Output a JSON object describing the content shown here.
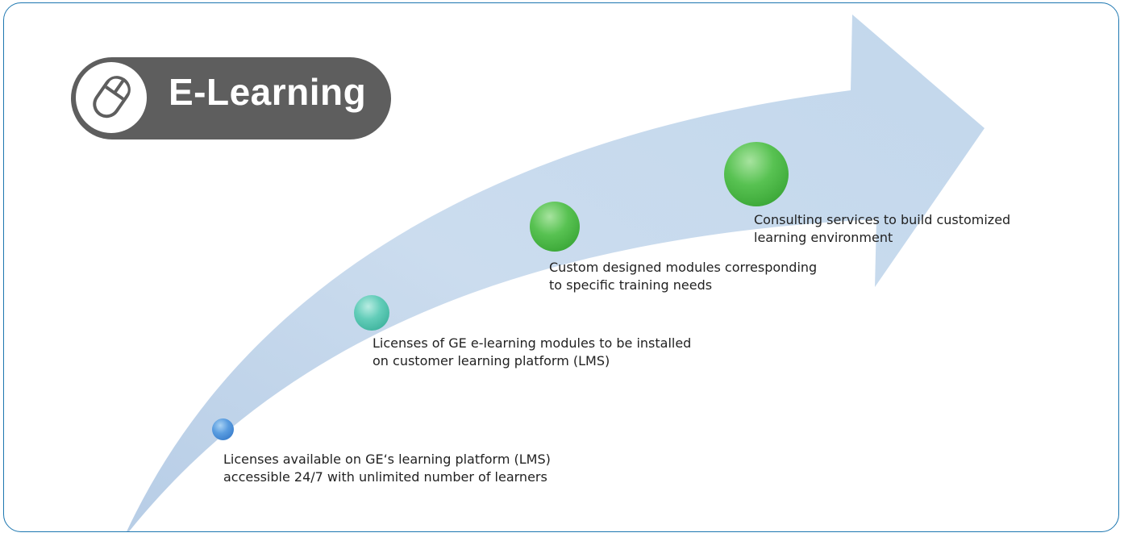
{
  "badge": {
    "title": "E-Learning",
    "icon": "mouse-icon",
    "background_color": "#5e5e5e"
  },
  "steps": [
    {
      "line1": "Licenses available on GE‘s learning platform (LMS)",
      "line2": "accessible 24/7 with unlimited number of learners",
      "dot_color": "#3a80d0"
    },
    {
      "line1": "Licenses of GE e-learning modules to be installed",
      "line2": "on customer learning platform (LMS)",
      "dot_color": "#4bbfa8"
    },
    {
      "line1": "Custom designed modules corresponding",
      "line2": "to specific training needs",
      "dot_color": "#48b843"
    },
    {
      "line1": "Consulting services to build customized",
      "line2": "learning environment",
      "dot_color": "#48b843"
    }
  ],
  "colors": {
    "frame_border": "#1c76b0",
    "arrow_fill": "#c5d9ec"
  }
}
